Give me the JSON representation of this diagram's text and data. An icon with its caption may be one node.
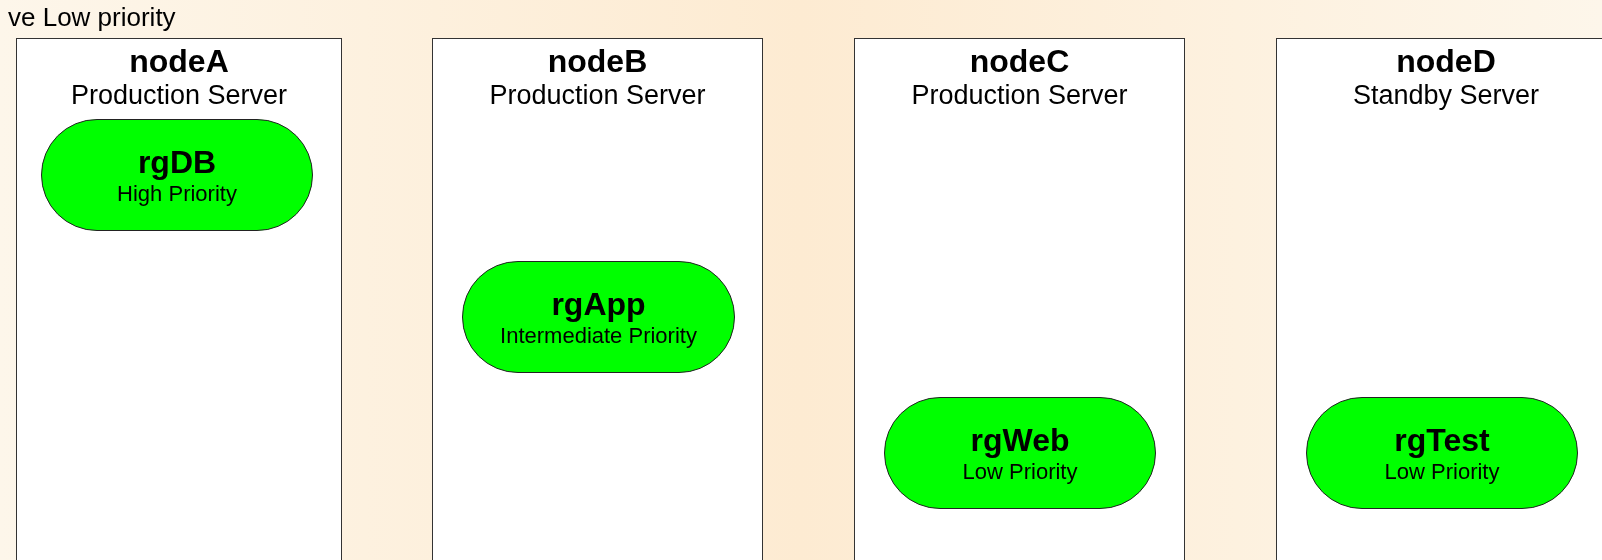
{
  "diagram": {
    "title": "ve Low priority",
    "nodes": [
      {
        "text": [
          "nodeA",
          "Production Server"
        ]
      },
      {
        "text": [
          "rgDB",
          "High Priority"
        ],
        "in": 0
      },
      {
        "text": [
          "nodeB",
          "Production Server"
        ]
      },
      {
        "text": [
          "rgApp",
          "Intermediate Priority"
        ],
        "in": 2
      },
      {
        "text": [
          "nodeC",
          "Production Server"
        ]
      },
      {
        "text": [
          "rgWeb",
          "Low Priority"
        ],
        "in": 4
      },
      {
        "text": [
          "nodeD",
          "Standby Server"
        ]
      },
      {
        "text": [
          "rgTest",
          "Low Priority"
        ],
        "in": 6
      }
    ]
  }
}
